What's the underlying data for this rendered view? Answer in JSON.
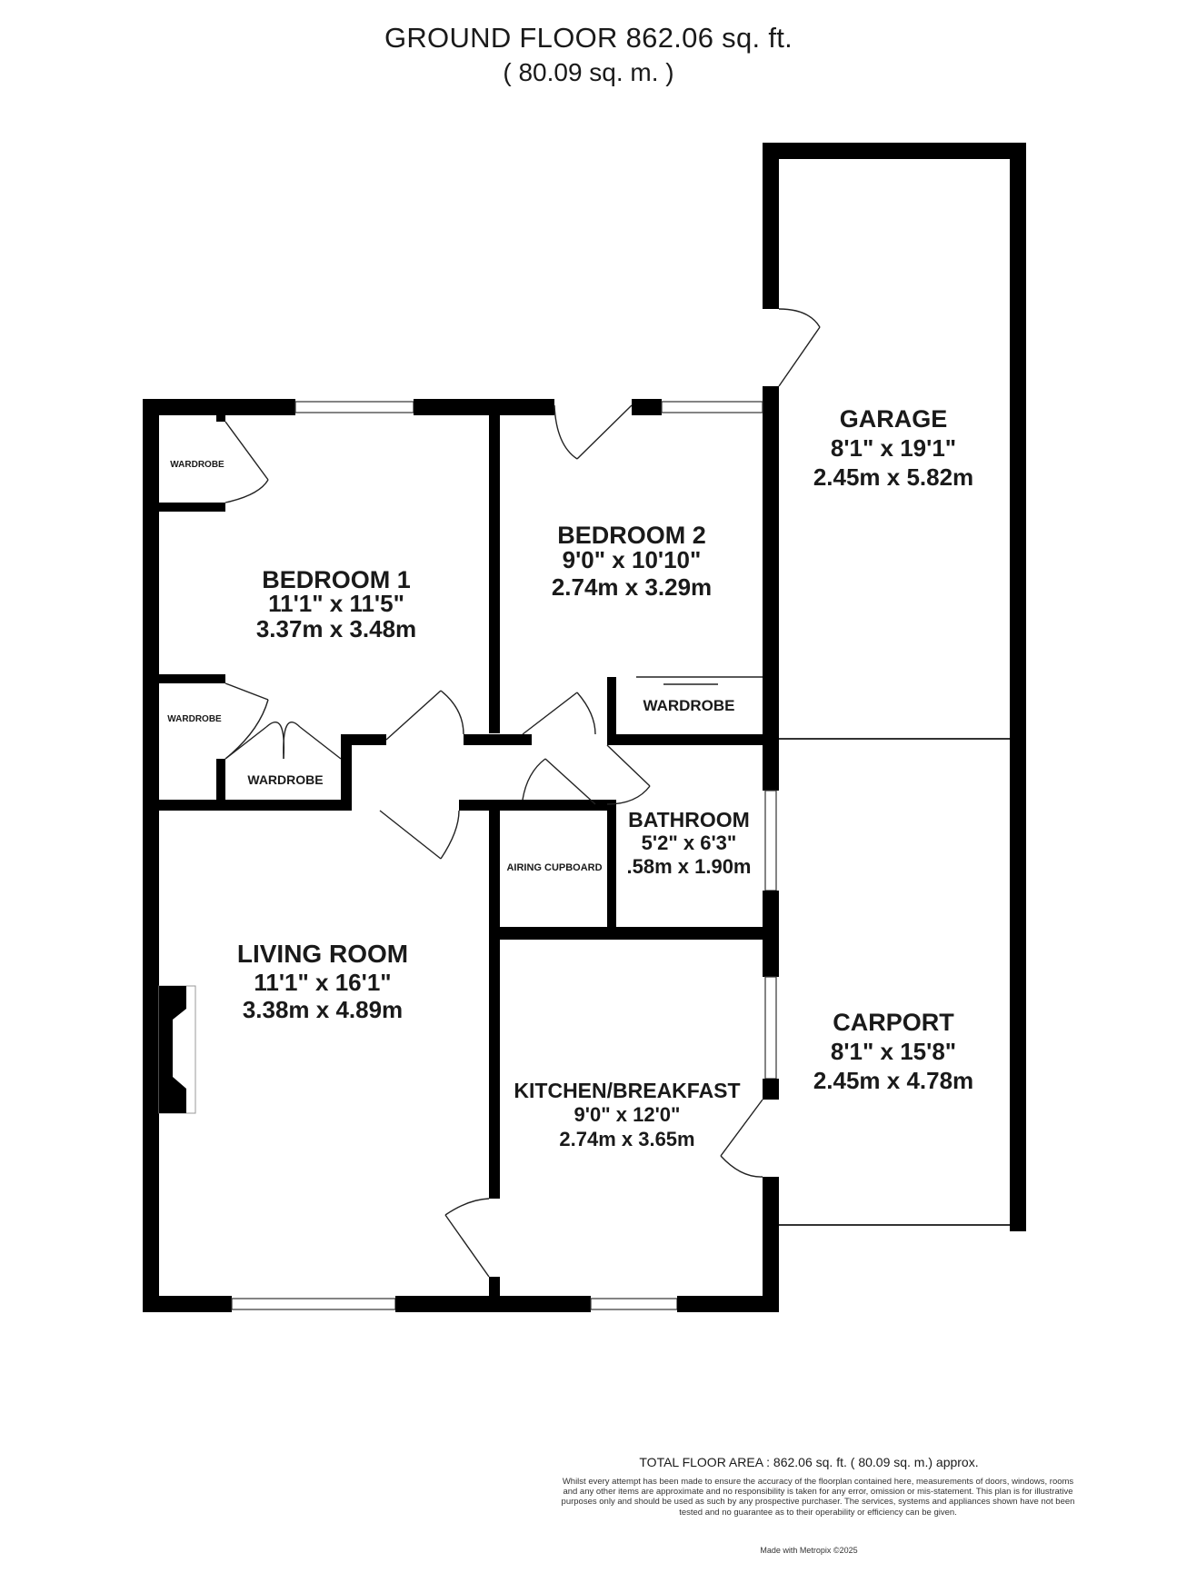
{
  "header": {
    "title": "GROUND FLOOR 862.06 sq. ft.",
    "subtitle": "( 80.09 sq. m. )"
  },
  "rooms": {
    "garage": {
      "name": "GARAGE",
      "imperial": "8'1\" x 19'1\"",
      "metric": "2.45m x 5.82m"
    },
    "bedroom1": {
      "name": "BEDROOM 1",
      "imperial": "11'1\" x 11'5\"",
      "metric": "3.37m x 3.48m"
    },
    "bedroom2": {
      "name": "BEDROOM 2",
      "imperial": "9'0\" x 10'10\"",
      "metric": "2.74m x 3.29m"
    },
    "bathroom": {
      "name": "BATHROOM",
      "imperial": "5'2\" x 6'3\"",
      "metric": ".58m x 1.90m"
    },
    "living": {
      "name": "LIVING ROOM",
      "imperial": "11'1\" x 16'1\"",
      "metric": "3.38m x 4.89m"
    },
    "carport": {
      "name": "CARPORT",
      "imperial": "8'1\" x 15'8\"",
      "metric": "2.45m x 4.78m"
    },
    "kitchen": {
      "name": "KITCHEN/BREAKFAST",
      "imperial": "9'0\" x 12'0\"",
      "metric": "2.74m x 3.65m"
    }
  },
  "labels": {
    "wardrobe_top": "WARDROBE",
    "wardrobe_left_mid": "WARDROBE",
    "wardrobe_bed1": "WARDROBE",
    "wardrobe_bed2": "WARDROBE",
    "airing_cupboard": "AIRING CUPBOARD"
  },
  "footer": {
    "total": "TOTAL FLOOR AREA : 862.06 sq. ft. ( 80.09 sq. m.) approx.",
    "disclaimer": "Whilst every attempt has been made to ensure the accuracy of the floorplan contained here, measurements of doors, windows, rooms and any other items are approximate and no responsibility is taken for any error, omission or mis-statement. This plan is for illustrative purposes only and should be used as such by any prospective purchaser. The services, systems and appliances shown have not been tested and no guarantee as to their operability or efficiency can be given.",
    "credit": "Made with Metropix ©2025"
  }
}
